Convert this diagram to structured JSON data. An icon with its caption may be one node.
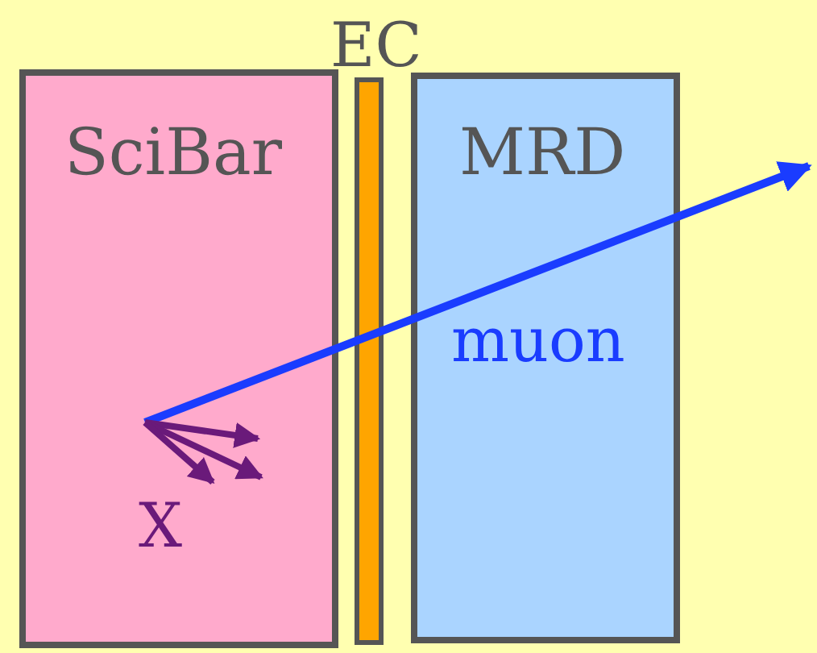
{
  "diagram": {
    "nodes": [
      {
        "text": [
          "SciBar"
        ]
      },
      {
        "text": [
          "EC"
        ]
      },
      {
        "text": [
          "MRD"
        ]
      }
    ],
    "labels": [
      "muon",
      "X"
    ]
  }
}
